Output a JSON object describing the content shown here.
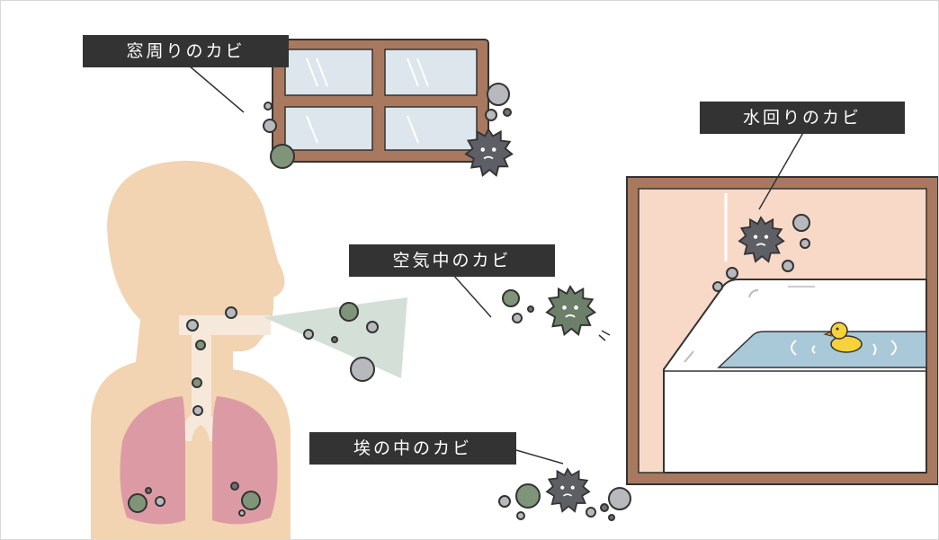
{
  "labels": {
    "window_mold": "窓周りのカビ",
    "water_mold": "水回りのカビ",
    "air_mold": "空気中のカビ",
    "dust_mold": "埃の中のカビ"
  },
  "colors": {
    "label_bg": "#333333",
    "label_text": "#ffffff",
    "window_frame": "#a8795f",
    "window_glass": "#dde6ec",
    "bathroom_frame": "#a8795f",
    "bathroom_wall": "#f8d9c8",
    "bathtub": "#ffffff",
    "bath_water": "#a9c9d9",
    "duck": "#f7d23a",
    "skin": "#f2d3b2",
    "lungs": "#dc9ba4",
    "airway": "#f6e9dc",
    "breath_cloud": "#d3dfd7",
    "spore_green": "#7f9479",
    "spore_gray": "#b7b9bd",
    "spore_dark_gray": "#6f7174",
    "mold_dark": "#5e5f65",
    "mold_green": "#6c7f68"
  },
  "icons": {
    "window": "window-icon",
    "bathtub": "bathtub-icon",
    "duck": "rubber-duck-icon",
    "person": "person-silhouette-icon",
    "mold": "mold-germ-icon",
    "spore": "spore-icon"
  }
}
